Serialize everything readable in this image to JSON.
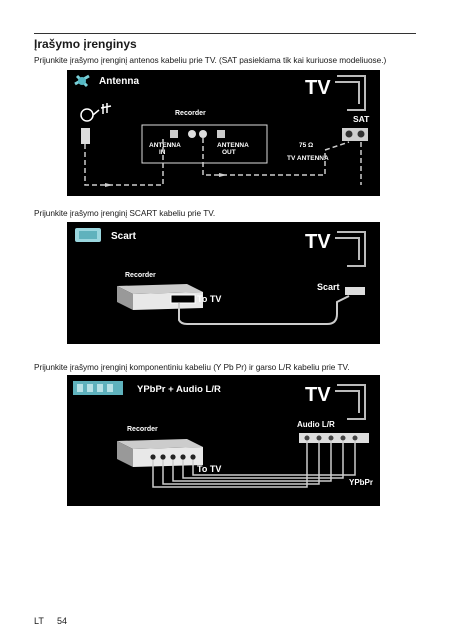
{
  "section_title": "Įrašymo įrenginys",
  "captions": {
    "antenna": "Prijunkite įrašymo įrenginį antenos kabeliu prie TV. (SAT pasiekiama tik kai kuriuose modeliuose.)",
    "scart": "Prijunkite įrašymo įrenginį SCART kabeliu prie TV.",
    "component": "Prijunkite įrašymo įrenginį komponentiniu kabeliu (Y Pb Pr) ir garso L/R kabeliu prie TV."
  },
  "diagram1": {
    "heading": "Antenna",
    "tv": "TV",
    "recorder": "Recorder",
    "antenna_in_1": "ANTENNA",
    "antenna_in_2": "IN",
    "antenna_out_1": "ANTENNA",
    "antenna_out_2": "OUT",
    "sat": "SAT",
    "ohm": "75 Ω",
    "tv_antenna": "TV ANTENNA"
  },
  "diagram2": {
    "heading": "Scart",
    "tv": "TV",
    "recorder": "Recorder",
    "to_tv": "To TV",
    "scart_port": "Scart"
  },
  "diagram3": {
    "heading": "YPbPr + Audio L/R",
    "tv": "TV",
    "recorder": "Recorder",
    "to_tv": "To TV",
    "audio_lr": "Audio L/R",
    "ypbpr": "YPbPr"
  },
  "footer": {
    "lang": "LT",
    "page": "54"
  }
}
